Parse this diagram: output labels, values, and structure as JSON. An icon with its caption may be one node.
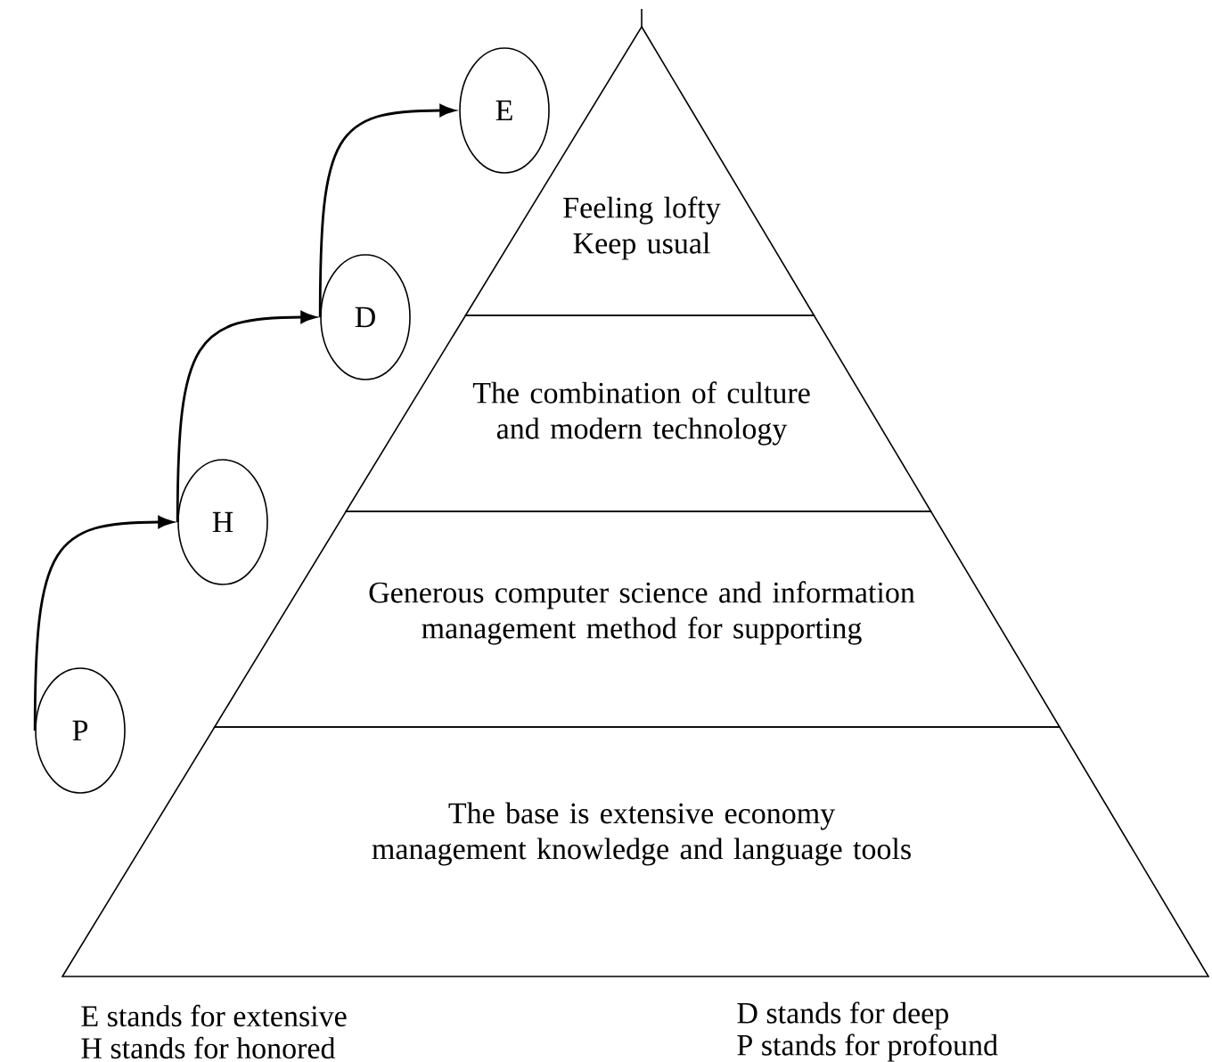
{
  "diagram": {
    "nodes": [
      {
        "text": [
          "E"
        ]
      },
      {
        "text": [
          "Feeling lofty Keep usual"
        ]
      },
      {
        "text": [
          "D"
        ]
      },
      {
        "text": [
          "The combination of culture and modern technology"
        ]
      },
      {
        "text": [
          "H"
        ]
      },
      {
        "text": [
          "Generous computer science and information management method for supporting"
        ]
      },
      {
        "text": [
          "P"
        ]
      },
      {
        "text": [
          "The base is extensive economy management knowledge and language tools"
        ]
      }
    ],
    "edges": [
      {
        "from": 6,
        "to": 4,
        "arrow": "to"
      },
      {
        "from": 4,
        "to": 2,
        "arrow": "to"
      },
      {
        "from": 2,
        "to": 0,
        "arrow": "to"
      }
    ],
    "labels": [
      "E stands for extensive",
      "D stands for deep",
      "H stands for honored",
      "P stands for profound"
    ]
  }
}
